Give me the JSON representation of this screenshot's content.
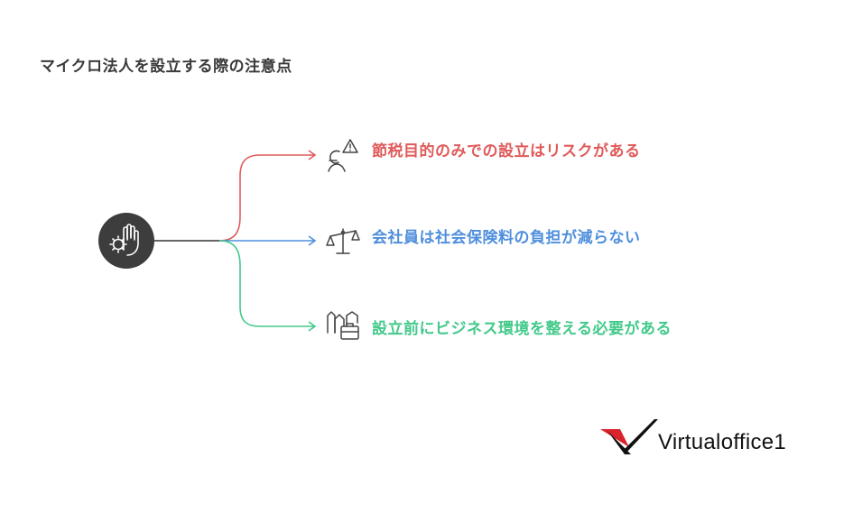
{
  "title": "マイクロ法人を設立する際の注意点",
  "branches": [
    {
      "label": "節税目的のみでの設立はリスクがある",
      "icon": "warning-person-icon",
      "color": "#e05a5a"
    },
    {
      "label": "会社員は社会保険料の負担が減らない",
      "icon": "balance-scale-icon",
      "color": "#4f8fdc"
    },
    {
      "label": "設立前にビジネス環境を整える必要がある",
      "icon": "office-building-icon",
      "color": "#43c98a"
    }
  ],
  "center_icon": "hand-gear-icon",
  "logo": {
    "text": "Virtualoffice1"
  }
}
